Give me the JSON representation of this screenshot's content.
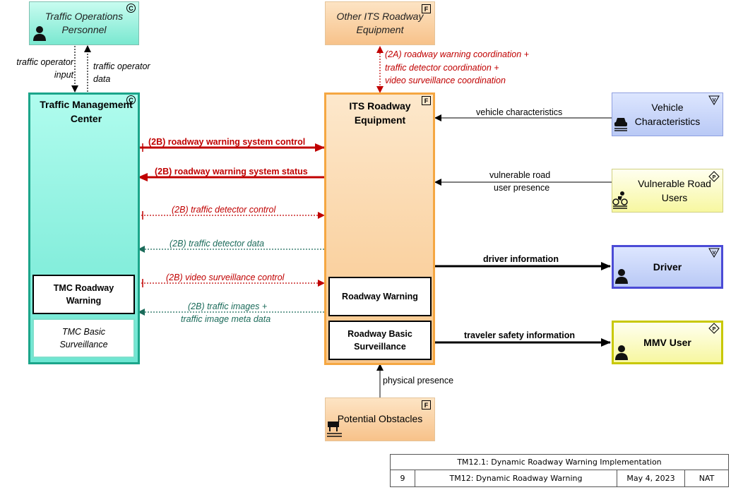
{
  "nodes": {
    "traffic_ops": {
      "label": "Traffic Operations Personnel",
      "badge": "C"
    },
    "other_its": {
      "label": "Other ITS Roadway Equipment",
      "badge": "F"
    },
    "tmc": {
      "label": "Traffic Management Center",
      "badge": "C"
    },
    "its_roadway": {
      "label": "ITS Roadway Equipment",
      "badge": "F"
    },
    "vehicle_char": {
      "label": "Vehicle Characteristics",
      "badge": "V"
    },
    "vru": {
      "label": "Vulnerable Road Users",
      "badge": "P"
    },
    "driver": {
      "label": "Driver",
      "badge": "V"
    },
    "mmv_user": {
      "label": "MMV User",
      "badge": "P"
    },
    "potential_obstacles": {
      "label": "Potential Obstacles",
      "badge": "F"
    },
    "tmc_roadway_warning": {
      "label": "TMC Roadway Warning"
    },
    "tmc_basic_surveillance": {
      "label": "TMC Basic Surveillance"
    },
    "roadway_warning": {
      "label": "Roadway Warning"
    },
    "roadway_basic_surveillance": {
      "label": "Roadway Basic Surveillance"
    }
  },
  "flows": {
    "traffic_operator_input": "traffic operator input",
    "traffic_operator_data": "traffic operator data",
    "coord_2a": [
      "(2A) roadway warning coordination +",
      "traffic detector coordination +",
      "video surveillance coordination"
    ],
    "rw_system_control": "(2B) roadway warning system control",
    "rw_system_status": "(2B) roadway warning system status",
    "traffic_detector_control": "(2B) traffic detector control",
    "traffic_detector_data": "(2B) traffic detector data",
    "video_surveillance_control": "(2B) video surveillance control",
    "traffic_images": [
      "(2B) traffic images +",
      "traffic image meta data"
    ],
    "vehicle_characteristics": "vehicle characteristics",
    "vulnerable_road_user_presence": [
      "vulnerable road",
      "user presence"
    ],
    "driver_information": "driver information",
    "traveler_safety_information": "traveler safety information",
    "physical_presence": "physical presence"
  },
  "title_block": {
    "title": "TM12.1: Dynamic Roadway Warning Implementation",
    "page": "9",
    "subtitle": "TM12: Dynamic Roadway Warning",
    "date": "May 4, 2023",
    "scope": "NAT"
  },
  "colors": {
    "teal": "#1ba58a",
    "orange": "#f5a742",
    "blue_dark": "#4b4bd6",
    "yellow_border": "#c8c800",
    "red_flow": "#c00000",
    "green_flow": "#1b6b5a"
  }
}
